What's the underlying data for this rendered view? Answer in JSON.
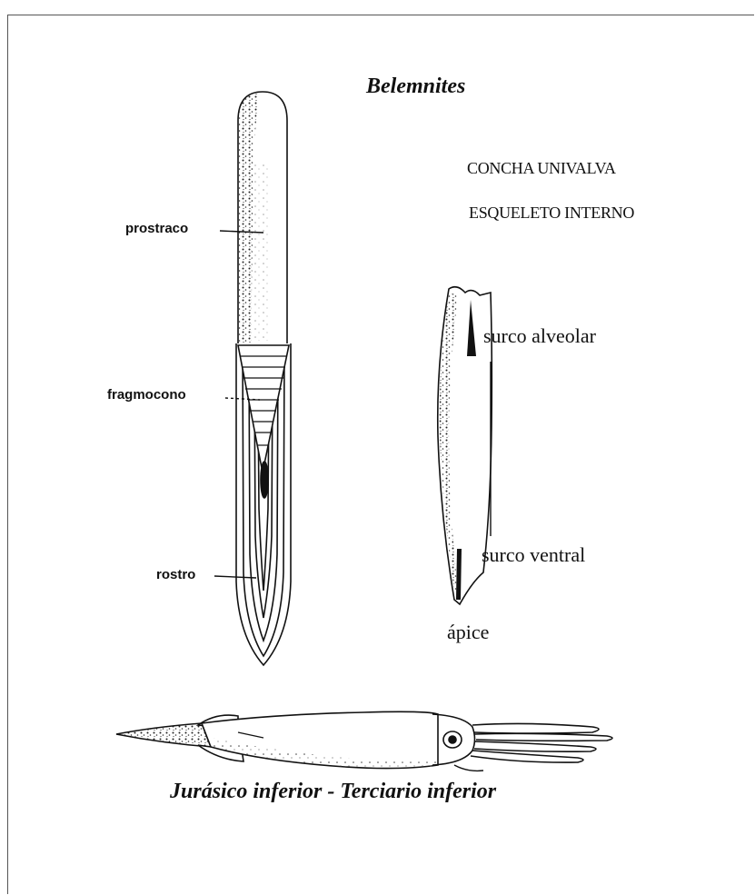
{
  "title": "Belemnites",
  "captions": {
    "line1": "CONCHA UNIVALVA",
    "line2": "ESQUELETO INTERNO"
  },
  "labels": {
    "prostraco": "prostraco",
    "fragmocono": "fragmocono",
    "rostro": "rostro",
    "surco_alveolar": "surco alveolar",
    "surco_ventral": "surco ventral",
    "apice": "ápice"
  },
  "footer": "Jurásico inferior - Terciario inferior",
  "colors": {
    "ink": "#111111",
    "frame": "#555555",
    "paper": "#ffffff"
  }
}
